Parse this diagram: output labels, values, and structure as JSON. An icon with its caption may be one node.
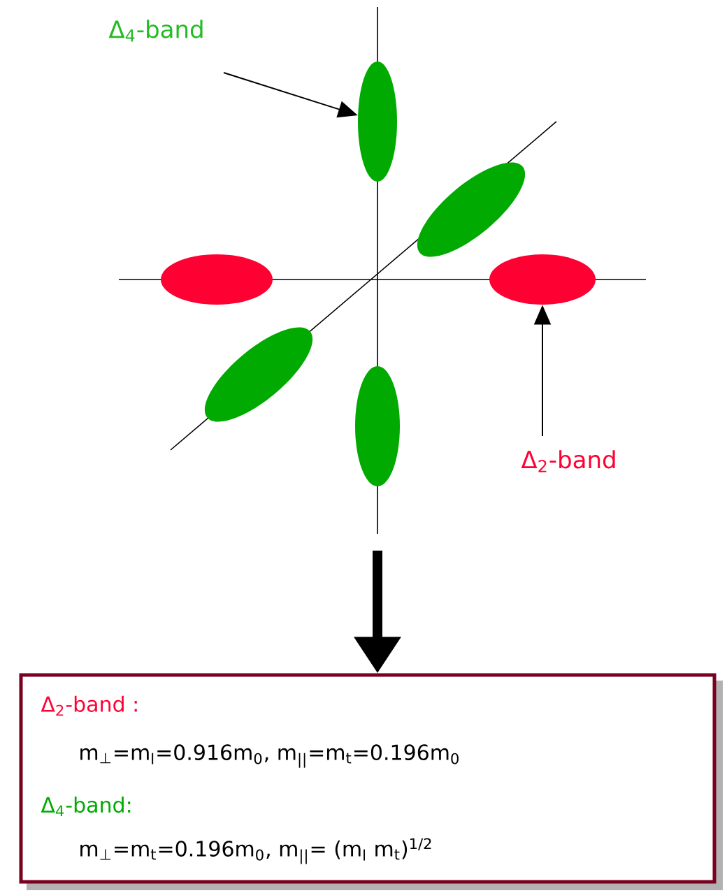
{
  "diagram": {
    "nodes": [
      {
        "text": [
          "Δ$_{4}$-band"
        ]
      },
      {
        "text": [],
        "shape": "ellipse"
      },
      {
        "text": [],
        "shape": "ellipse"
      },
      {
        "text": [],
        "shape": "ellipse"
      },
      {
        "text": [],
        "shape": "ellipse"
      },
      {
        "text": [],
        "shape": "ellipse"
      },
      {
        "text": [],
        "shape": "ellipse"
      },
      {
        "text": [
          "Δ$_{2}$-band"
        ]
      },
      {
        "text": [
          "Δ$_{2}$-band :",
          "m$_{⊥}$=m$_{l}$=0.916m$_{0}$, m$_{||}$=m$_{t}$=0.196m$_{0}$",
          "Δ$_{4}$-band:",
          "m$_{⊥}$=m$_{t}$=0.196m$_{0}$,  m$_{||}$= (m$_{l}$ m$_{t}$)$^{1/2}$"
        ]
      }
    ],
    "edges": [
      {
        "from": 0,
        "to": 1,
        "arrow": "to"
      },
      {
        "from": 7,
        "to": 4,
        "arrow": "to"
      },
      {
        "from": null,
        "to": 8,
        "arrow": "to",
        "style": "thick"
      }
    ]
  }
}
